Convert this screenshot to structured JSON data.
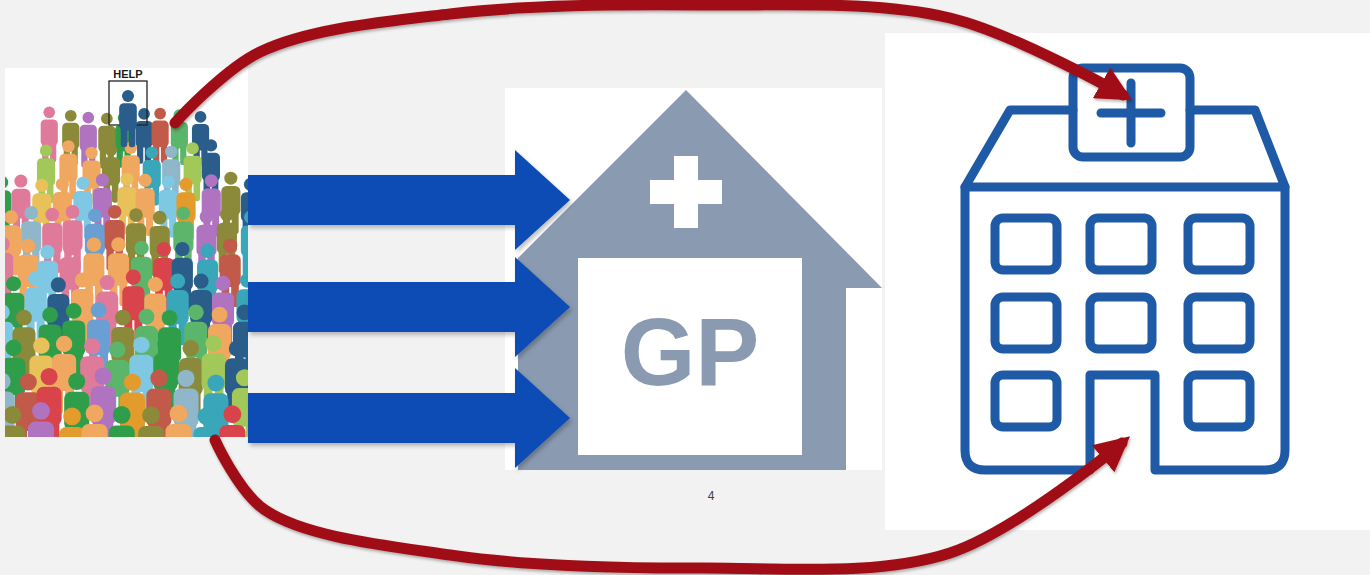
{
  "diagram": {
    "nodes": [
      {
        "text": [
          "HELP"
        ]
      },
      {
        "text": [
          "GP"
        ]
      },
      {
        "text": []
      }
    ],
    "edges": [
      {
        "from": 0,
        "to": 1,
        "arrow": "to"
      },
      {
        "from": 0,
        "to": 1,
        "arrow": "to"
      },
      {
        "from": 0,
        "to": 1,
        "arrow": "to"
      },
      {
        "from": 0,
        "to": 2,
        "arrow": "to"
      },
      {
        "from": 0,
        "to": 2,
        "arrow": "to"
      }
    ],
    "labels": [
      "4"
    ]
  }
}
